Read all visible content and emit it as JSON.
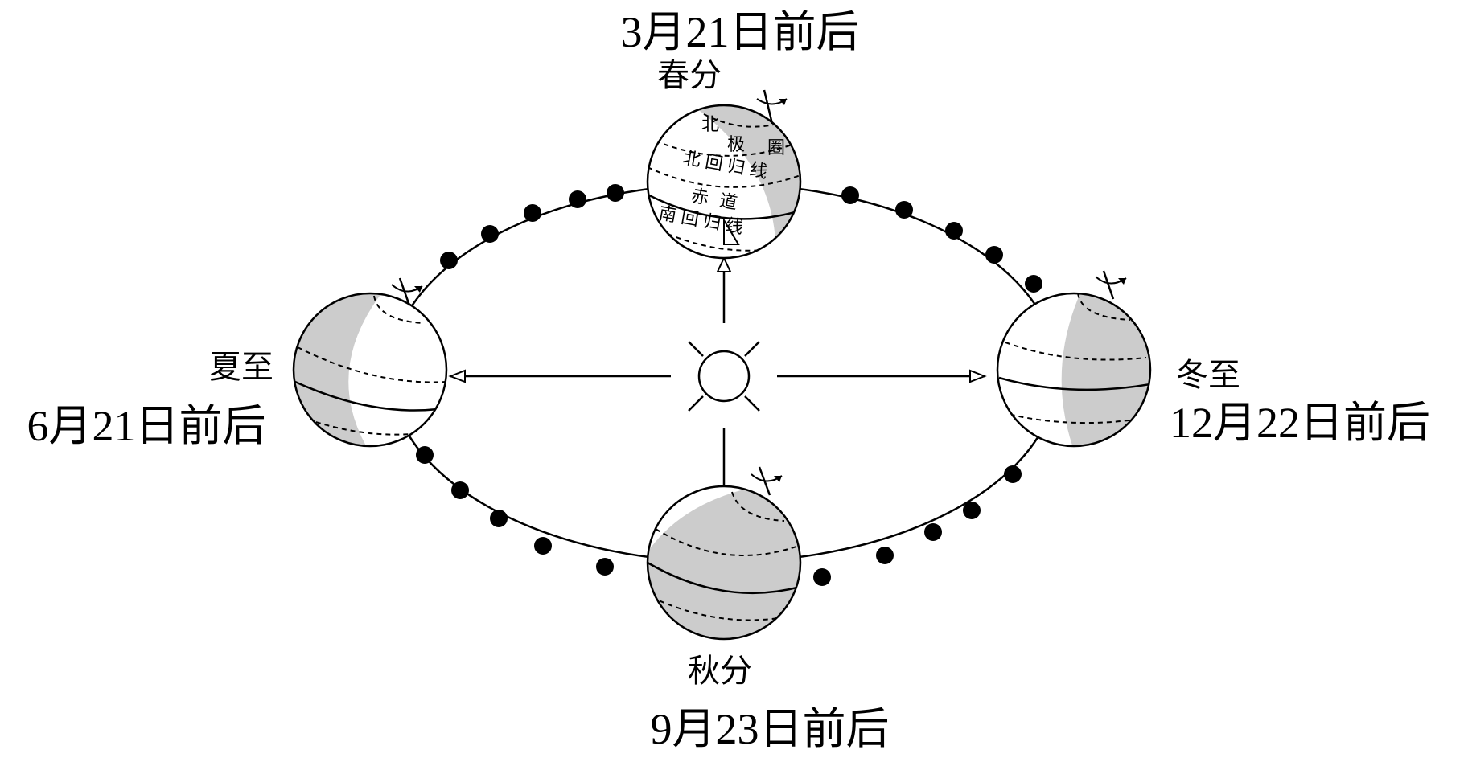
{
  "colors": {
    "shade": "#cccccc",
    "ink": "#000000",
    "paper": "#ffffff"
  },
  "positions": {
    "spring": {
      "term": "春分",
      "date": "3月21日前后"
    },
    "summer": {
      "term": "夏至",
      "date": "6月21日前后"
    },
    "autumn": {
      "term": "秋分",
      "date": "9月23日前后"
    },
    "winter": {
      "term": "冬至",
      "date": "12月22日前后"
    }
  },
  "globe_labels": {
    "arctic_1": "北",
    "arctic_2": "极",
    "arctic_3": "圈",
    "tropic_cancer": "北回归线",
    "equator": "赤道",
    "tropic_capricorn": "南回归线"
  },
  "icons": {
    "sun": "sun-icon",
    "rotation": "rotation-arrow-icon"
  }
}
